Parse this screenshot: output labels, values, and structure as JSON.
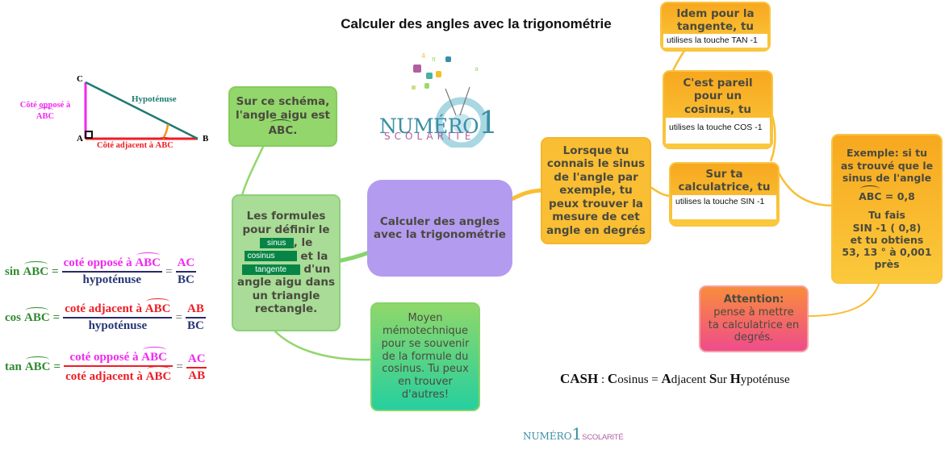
{
  "title": "Calculer des angles avec la trigonométrie",
  "triangle": {
    "vertex_a": "A",
    "vertex_b": "B",
    "vertex_c": "C",
    "hypotenuse_label": "Hypoténuse",
    "opposite_label_line1": "Côté opposé à",
    "opposite_label_line2": "ABC",
    "adjacent_label_prefix": "Côté adjacent à",
    "adjacent_label_angle": "ABC",
    "colors": {
      "opposite": "#f029f0",
      "adjacent": "#ee1c24",
      "hypotenuse": "#1f7a72",
      "angle_arc": "#f7941d"
    }
  },
  "formulas": [
    {
      "fn": "sin",
      "angle": "ABC",
      "numerator_prefix": "coté opposé à",
      "numerator_angle": "ABC",
      "numerator_color": "magenta",
      "denominator_prefix": "hypoténuse",
      "denominator_angle": "",
      "denominator_color": "navy",
      "ratio_num": "AC",
      "ratio_den": "BC",
      "ratio_num_color": "magenta"
    },
    {
      "fn": "cos",
      "angle": "ABC",
      "numerator_prefix": "coté adjacent à",
      "numerator_angle": "ABC",
      "numerator_color": "red",
      "denominator_prefix": "hypoténuse",
      "denominator_angle": "",
      "denominator_color": "navy",
      "ratio_num": "AB",
      "ratio_den": "BC",
      "ratio_num_color": "red"
    },
    {
      "fn": "tan",
      "angle": "ABC",
      "numerator_prefix": "coté opposé à",
      "numerator_angle": "ABC",
      "numerator_color": "magenta",
      "denominator_prefix": "coté adjacent à",
      "denominator_angle": "ABC",
      "denominator_color": "red",
      "ratio_num": "AC",
      "ratio_den": "AB",
      "ratio_num_color": "magenta"
    }
  ],
  "logo": {
    "main": "NUMÉRO",
    "number": "1",
    "sub": "SCOLARITÉ"
  },
  "nodes": {
    "center": {
      "line1": "Calculer des angles",
      "line2": "avec la trigonométrie"
    },
    "schema": {
      "line1": "Sur ce schéma,",
      "line2": "l'angle aigu est",
      "angle": "ABC",
      "suffix": "."
    },
    "formulas_node": {
      "line1": "Les formules",
      "line2": "pour définir le",
      "tag_sinus": "sinus",
      "after_sinus": ", le",
      "tag_cosinus": "cosinus",
      "after_cosinus": "et la",
      "tag_tangente": "tangente",
      "after_tangente": "d'un",
      "line6": "angle aigu dans",
      "line7": "un triangle",
      "line8": "rectangle."
    },
    "mnemonic": {
      "text_lines": [
        "Moyen",
        "mémotechnique",
        "pour se souvenir",
        "de la formule du",
        "cosinus. Tu peux",
        "en trouver",
        "d'autres!"
      ]
    },
    "sinus_known": {
      "text_lines": [
        "Lorsque tu",
        "connais le sinus",
        "de l'angle par",
        "exemple, tu",
        "peux trouver la",
        "mesure de cet",
        "angle en degrés"
      ]
    },
    "tangent": {
      "line1": "Idem pour la",
      "line2": "tangente, tu",
      "key": "utilises la touche TAN -1"
    },
    "cosine": {
      "line1": "C'est pareil",
      "line2": "pour un",
      "line3": "cosinus, tu",
      "key": "utilises la touche COS -1"
    },
    "calculator": {
      "line1": "Sur ta",
      "line2": "calculatrice, tu",
      "key": "utilises la touche SIN -1"
    },
    "example": {
      "line1": "Exemple: si tu",
      "line2": "as trouvé que le",
      "line3": "sinus de l'angle",
      "angle": "ABC",
      "value": " = 0,8",
      "line5": "Tu fais",
      "line6": "SIN -1 ( 0,8)",
      "line7": "et tu obtiens",
      "line8": "53, 13 ° à 0,001",
      "line9": "près"
    },
    "attention": {
      "title": "Attention:",
      "text_lines": [
        "pense à  mettre",
        "ta calculatrice en",
        "degrés."
      ]
    }
  },
  "cash": {
    "acronym": "CASH",
    "sep": " : ",
    "w1_initial": "C",
    "w1_rest": "osinus",
    "eq": " = ",
    "w2_initial": "A",
    "w2_rest": "djacent ",
    "w3_initial": "S",
    "w3_rest": "ur ",
    "w4_initial": "H",
    "w4_rest": "ypoténuse"
  },
  "footer_logo": {
    "main": "NUMÉRO",
    "number": "1",
    "sub": "SCOLARITÉ"
  },
  "colors": {
    "green": "#93d66c",
    "purple": "#b39bf0",
    "orange": "#f9be34",
    "pink": "#ef4c8c",
    "teal": "#26cf9f",
    "tag_green": "#078546",
    "logo_teal": "#3b8ea6",
    "logo_pink": "#b0609e"
  }
}
